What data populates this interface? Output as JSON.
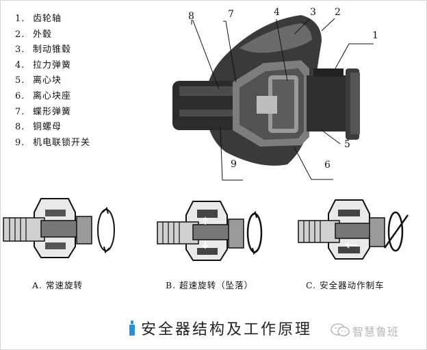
{
  "legend": [
    {
      "num": "1.",
      "label": "齿轮轴"
    },
    {
      "num": "2.",
      "label": "外毂"
    },
    {
      "num": "3.",
      "label": "制动锥毂"
    },
    {
      "num": "4.",
      "label": "拉力弹簧"
    },
    {
      "num": "5.",
      "label": "离心块"
    },
    {
      "num": "6.",
      "label": "离心块座"
    },
    {
      "num": "7.",
      "label": "蝶形弹簧"
    },
    {
      "num": "8.",
      "label": "铜螺母"
    },
    {
      "num": "9.",
      "label": "机电联锁开关"
    }
  ],
  "callouts": [
    "1",
    "2",
    "3",
    "4",
    "5",
    "6",
    "7",
    "8",
    "9"
  ],
  "stages": [
    {
      "caption": "A. 常速旋转"
    },
    {
      "caption": "B. 超速旋转（坠落）"
    },
    {
      "caption": "C. 安全器动作制车"
    }
  ],
  "caption": "安全器结构及工作原理",
  "watermark": "智慧鲁班",
  "colors": {
    "accent": "#2a8fd6",
    "ink": "#111111",
    "casing": "#3a3a3a"
  }
}
